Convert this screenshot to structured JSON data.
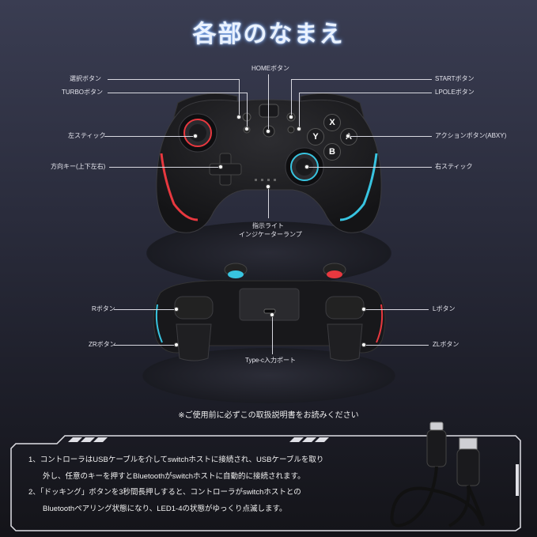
{
  "title": "各部のなまえ",
  "labels": {
    "select": "選択ボタン",
    "turbo": "TURBOボタン",
    "home": "HOMEボタン",
    "start": "STARTボタン",
    "lpole": "LPOLEボタン",
    "left_stick": "左スティック",
    "dpad": "方向キー(上下左右)",
    "action": "アクションボタン(ABXY)",
    "right_stick": "右スティック",
    "indicator_line1": "指示ライト",
    "indicator_line2": "インジケーターランプ",
    "r_button": "Rボタン",
    "l_button": "Lボタン",
    "zr_button": "ZRボタン",
    "zl_button": "ZLボタン",
    "typec": "Type-c入力ポート"
  },
  "face_buttons": {
    "x": "X",
    "y": "Y",
    "a": "A",
    "b": "B"
  },
  "note": "※ご使用前に必ずこの取扱説明書をお読みください",
  "instructions": {
    "line1": "1、コントローラはUSBケーブルを介してswitchホストに接続され、USBケーブルを取り",
    "line2": "外し、任意のキーを押すとBluetoothがswitchホストに自動的に接続されます。",
    "line3": "2、「ドッキング」ボタンを3秒間長押しすると、コントローラがswitchホストとの",
    "line4": "Bluetoothペアリング状態になり、LED1-4の状態がゆっくり点滅します。"
  },
  "colors": {
    "left_accent": "#e8383f",
    "right_accent": "#38c4e0",
    "title_glow": "#6fa8ff"
  }
}
